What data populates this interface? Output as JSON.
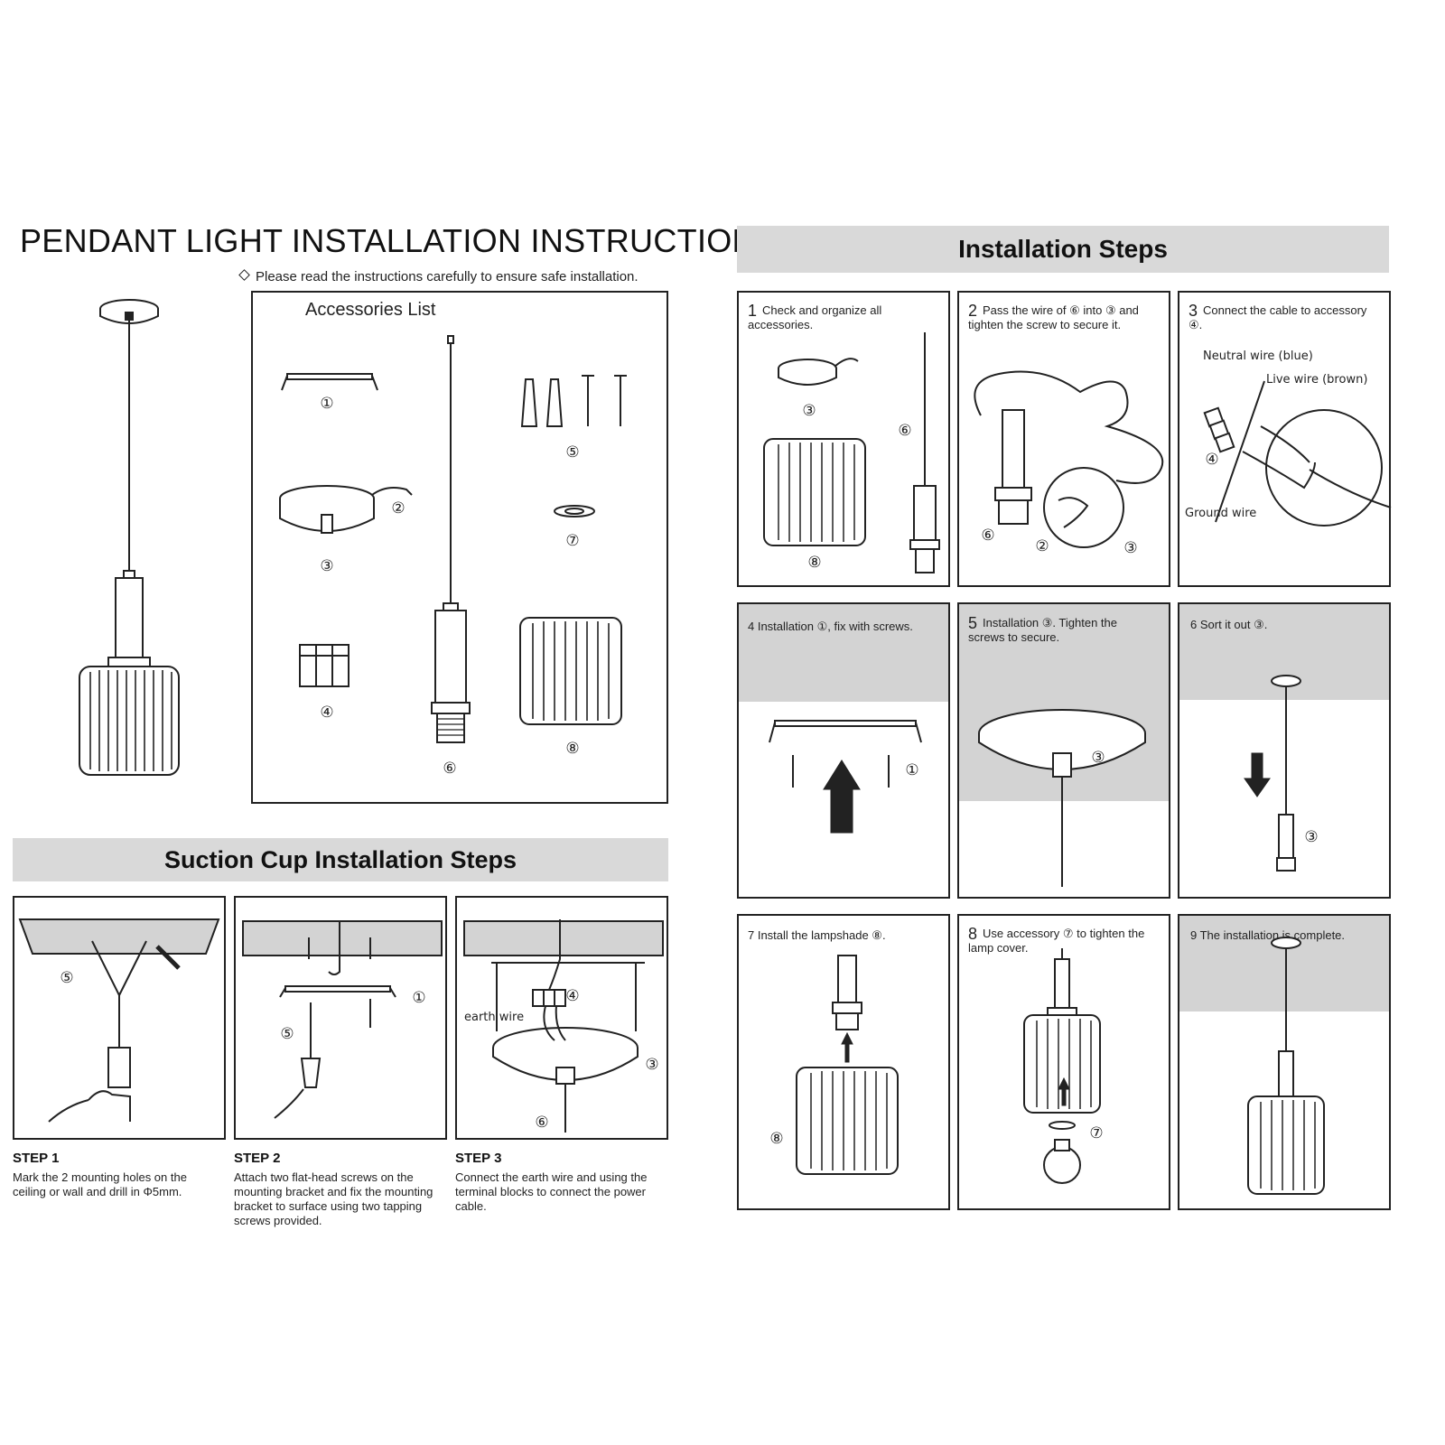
{
  "page": {
    "title": "PENDANT LIGHT INSTALLATION INSTRUCTIONS",
    "subtitle": "Please read the instructions carefully to ensure safe installation."
  },
  "accessories": {
    "heading": "Accessories List",
    "labels": [
      "①",
      "②",
      "③",
      "④",
      "⑤",
      "⑥",
      "⑦",
      "⑧"
    ]
  },
  "installation": {
    "heading": "Installation Steps",
    "steps": [
      {
        "num": "1",
        "text": "Check and organize all accessories."
      },
      {
        "num": "2",
        "text": "Pass the wire of ⑥ into ③ and tighten the screw to secure it."
      },
      {
        "num": "3",
        "text": "Connect the cable to accessory ④."
      },
      {
        "num": "4",
        "text": "4 Installation ①, fix with screws."
      },
      {
        "num": "5",
        "text": "Installation ③. Tighten the screws to secure."
      },
      {
        "num": "6",
        "text": "6 Sort it out ③."
      },
      {
        "num": "7",
        "text": "7 Install the lampshade ⑧."
      },
      {
        "num": "8",
        "text": "Use accessory ⑦ to tighten the lamp cover."
      },
      {
        "num": "9",
        "text": "9 The installation is complete."
      }
    ],
    "wire_labels": {
      "neutral": "Neutral wire (blue)",
      "live": "Live wire (brown)",
      "ground": "Ground wire"
    }
  },
  "suction": {
    "heading": "Suction Cup Installation Steps",
    "earth_label": "earth wire",
    "steps": [
      {
        "title": "STEP 1",
        "text": "Mark the 2 mounting holes on the ceiling or wall and drill in Φ5mm."
      },
      {
        "title": "STEP 2",
        "text": "Attach two flat-head screws on the mounting bracket and fix the mounting bracket to surface using two tapping screws provided."
      },
      {
        "title": "STEP 3",
        "text": "Connect the earth wire and using the terminal blocks to connect the power cable."
      }
    ]
  },
  "colors": {
    "band_gray": "#d9d9d9",
    "ceiling_gray": "#d3d3d3",
    "line": "#222222"
  }
}
